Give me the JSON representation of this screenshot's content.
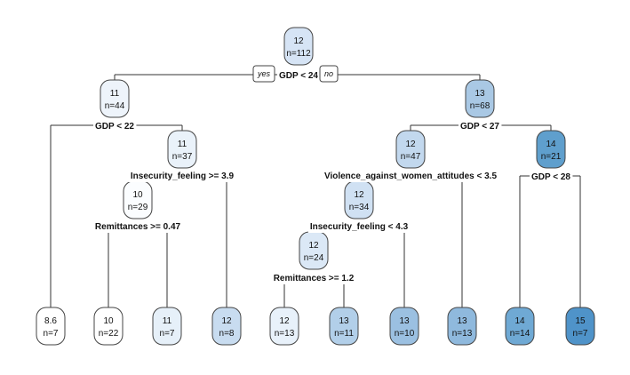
{
  "tree": {
    "branch_labels": {
      "yes": "yes",
      "no": "no"
    },
    "nodes": [
      {
        "id": 1,
        "value": "12",
        "n": "n=112",
        "split": "GDP < 24",
        "parent": null,
        "fill": "#d6e4f5"
      },
      {
        "id": 2,
        "value": "11",
        "n": "n=44",
        "split": "GDP < 22",
        "parent": 1,
        "fill": "#eef4fb"
      },
      {
        "id": 3,
        "value": "13",
        "n": "n=68",
        "split": "GDP < 27",
        "parent": 1,
        "fill": "#a9c8e4"
      },
      {
        "id": 4,
        "value": "8.6",
        "n": "n=7",
        "split": "",
        "parent": 2,
        "fill": "#ffffff"
      },
      {
        "id": 5,
        "value": "11",
        "n": "n=37",
        "split": "Insecurity_feeling >= 3.9",
        "parent": 2,
        "fill": "#eaf2fa"
      },
      {
        "id": 6,
        "value": "10",
        "n": "n=29",
        "split": "Remittances >= 0.47",
        "parent": 5,
        "fill": "#fbfdff"
      },
      {
        "id": 7,
        "value": "12",
        "n": "n=8",
        "split": "",
        "parent": 5,
        "fill": "#c8dcf0"
      },
      {
        "id": 8,
        "value": "10",
        "n": "n=22",
        "split": "",
        "parent": 6,
        "fill": "#ffffff"
      },
      {
        "id": 9,
        "value": "11",
        "n": "n=7",
        "split": "",
        "parent": 6,
        "fill": "#e6f0f9"
      },
      {
        "id": 10,
        "value": "12",
        "n": "n=47",
        "split": "Violence_against_women_attitudes < 3.5",
        "parent": 3,
        "fill": "#c2d8ee"
      },
      {
        "id": 11,
        "value": "14",
        "n": "n=21",
        "split": "GDP < 28",
        "parent": 3,
        "fill": "#5f9fcd"
      },
      {
        "id": 12,
        "value": "12",
        "n": "n=34",
        "split": "Insecurity_feeling < 4.3",
        "parent": 10,
        "fill": "#d0e1f3"
      },
      {
        "id": 13,
        "value": "13",
        "n": "n=13",
        "split": "",
        "parent": 10,
        "fill": "#8fb9dd"
      },
      {
        "id": 14,
        "value": "12",
        "n": "n=24",
        "split": "Remittances >= 1.2",
        "parent": 12,
        "fill": "#dbe8f6"
      },
      {
        "id": 15,
        "value": "13",
        "n": "n=10",
        "split": "",
        "parent": 12,
        "fill": "#9bc0e1"
      },
      {
        "id": 16,
        "value": "12",
        "n": "n=13",
        "split": "",
        "parent": 14,
        "fill": "#e8f1fa"
      },
      {
        "id": 17,
        "value": "13",
        "n": "n=11",
        "split": "",
        "parent": 14,
        "fill": "#b2cfe9"
      },
      {
        "id": 18,
        "value": "14",
        "n": "n=14",
        "split": "",
        "parent": 11,
        "fill": "#6fa9d4"
      },
      {
        "id": 19,
        "value": "15",
        "n": "n=7",
        "split": "",
        "parent": 11,
        "fill": "#4f93c9"
      }
    ]
  }
}
